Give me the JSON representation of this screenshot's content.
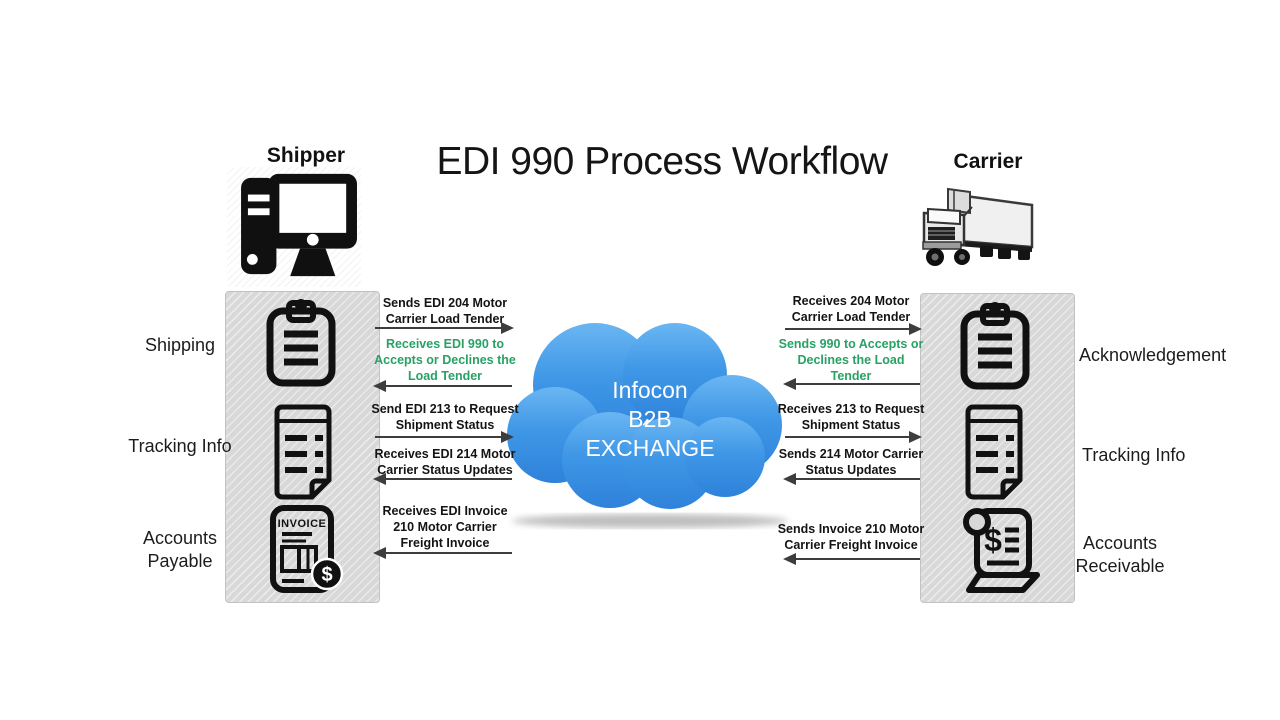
{
  "title": "EDI 990 Process Workflow",
  "colors": {
    "green_text": "#28a164",
    "arrow": "#3d3d3d",
    "panel_gray": "#d8d8d8",
    "cloud_blue_top": "#64b2f0",
    "cloud_blue_bottom": "#2e82da"
  },
  "shipper": {
    "label": "Shipper",
    "icon": "desktop-computer-icon",
    "side_labels": [
      {
        "label": "Shipping",
        "icon": "clipboard-icon"
      },
      {
        "label": "Tracking Info",
        "icon": "tracking-document-icon"
      },
      {
        "label": "Accounts Payable",
        "icon": "invoice-dollar-icon"
      }
    ]
  },
  "carrier": {
    "label": "Carrier",
    "icon": "semi-truck-icon",
    "side_labels": [
      {
        "label": "Acknowledgement",
        "icon": "clipboard-icon"
      },
      {
        "label": "Tracking Info",
        "icon": "tracking-document-icon"
      },
      {
        "label": "Accounts Receivable",
        "icon": "receipt-scroll-dollar-icon"
      }
    ]
  },
  "cloud": {
    "lines": [
      "Infocon",
      "B2B",
      "EXCHANGE"
    ]
  },
  "left_flows": [
    {
      "text": "Sends EDI 204 Motor Carrier Load Tender",
      "direction": "right",
      "color": "black"
    },
    {
      "text": "Receives EDI 990 to Accepts or Declines the Load Tender",
      "direction": "left",
      "color": "green"
    },
    {
      "text": "Send EDI 213 to Request Shipment Status",
      "direction": "right",
      "color": "black"
    },
    {
      "text": "Receives EDI 214 Motor Carrier Status Updates",
      "direction": "left",
      "color": "black"
    },
    {
      "text": "Receives EDI Invoice 210 Motor Carrier Freight Invoice",
      "direction": "left",
      "color": "black"
    }
  ],
  "right_flows": [
    {
      "text": "Receives 204 Motor Carrier Load Tender",
      "direction": "right",
      "color": "black"
    },
    {
      "text": "Sends 990 to Accepts or Declines the Load Tender",
      "direction": "left",
      "color": "green"
    },
    {
      "text": "Receives 213 to Request Shipment Status",
      "direction": "right",
      "color": "black"
    },
    {
      "text": "Sends 214 Motor Carrier Status Updates",
      "direction": "left",
      "color": "black"
    },
    {
      "text": "Sends Invoice 210 Motor Carrier Freight Invoice",
      "direction": "left",
      "color": "black"
    }
  ],
  "invoice_icon_text": "INVOICE"
}
